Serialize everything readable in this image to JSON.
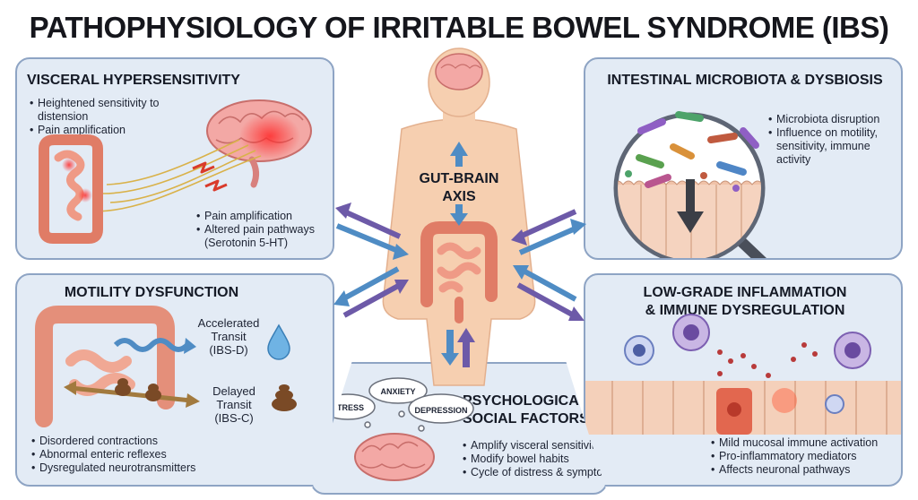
{
  "title": "PATHOPHYSIOLOGY OF IRRITABLE BOWEL SYNDROME (IBS)",
  "center": {
    "label_line1": "GUT-BRAIN",
    "label_line2": "AXIS"
  },
  "visceral": {
    "title": "VISCERAL HYPERSENSITIVITY",
    "bullets_top": [
      "Heightened sensitivity to distension",
      "Pain amplification"
    ],
    "bullets_bottom": [
      "Pain amplification",
      "Altered pain pathways (Serotonin 5-HT)"
    ]
  },
  "microbiota": {
    "title": "INTESTINAL MICROBIOTA & DYSBIOSIS",
    "bullets": [
      "Microbiota disruption",
      "Influence on motility, sensitivity, immune activity"
    ]
  },
  "motility": {
    "title": "MOTILITY DYSFUNCTION",
    "accelerated": [
      "Accelerated",
      "Transit",
      "(IBS-D)"
    ],
    "delayed": [
      "Delayed",
      "Transit",
      "(IBS-C)"
    ],
    "bullets": [
      "Disordered contractions",
      "Abnormal enteric reflexes",
      "Dysregulated neurotransmitters"
    ]
  },
  "inflammation": {
    "title_line1": "LOW-GRADE INFLAMMATION",
    "title_line2": "& IMMUNE DYSREGULATION",
    "bullets": [
      "Mild mucosal immune activation",
      "Pro-inflammatory mediators",
      "Affects neuronal pathways"
    ]
  },
  "psych": {
    "title_line1": "PSYCHOLOGICAL &",
    "title_line2": "SOCIAL FACTORS",
    "clouds": {
      "stress": "STRESS",
      "anxiety": "ANXIETY",
      "depression": "DEPRESSION"
    },
    "bullets": [
      "Amplify visceral sensitivity",
      "Modify bowel habits",
      "Cycle of distress & symptoms"
    ]
  },
  "colors": {
    "panel_bg": "#e3ebf5",
    "panel_border": "#8ea4c4",
    "arrow_blue": "#4f8cc4",
    "arrow_purple": "#6d5aa8",
    "skin": "#f6cfb0",
    "gut": "#ef8a73",
    "brain": "#f3a8a5"
  },
  "icons": [
    "brain-icon",
    "intestine-icon",
    "lightning-icon",
    "magnifier-icon",
    "bacteria-icon",
    "water-drop-icon",
    "stool-icon",
    "immune-cell-icon",
    "thought-cloud-icon",
    "arrow-icon"
  ]
}
